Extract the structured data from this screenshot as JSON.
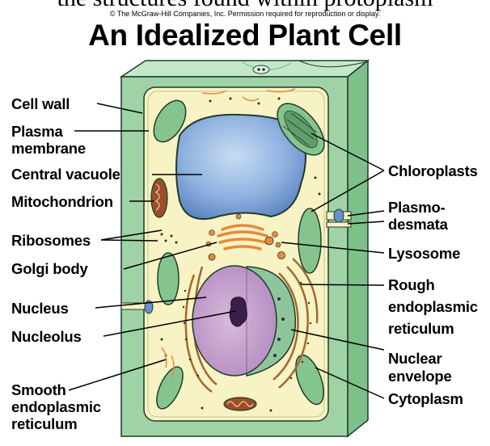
{
  "header": {
    "cut_caption": "the structures found within protoplasm",
    "copyright": "© The McGraw-Hill Companies, Inc. Permission required for reproduction or display.",
    "title": "An Idealized Plant Cell"
  },
  "labels": {
    "cell_wall": "Cell wall",
    "plasma": "Plasma",
    "membrane": "membrane",
    "central_vacuole": "Central vacuole",
    "mitochondrion": "Mitochondrion",
    "ribosomes": "Ribosomes",
    "golgi_body": "Golgi body",
    "nucleus": "Nucleus",
    "nucleolus": "Nucleolus",
    "smooth": "Smooth",
    "endoplasmic": "endoplasmic",
    "reticulum": "reticulum",
    "chloroplasts": "Chloroplasts",
    "plasmo": "Plasmo-",
    "desmata": "desmata",
    "lysosome": "Lysosome",
    "rough": "Rough",
    "rough_endoplasmic": "endoplasmic",
    "rough_reticulum": "reticulum",
    "nuclear": "Nuclear",
    "envelope": "envelope",
    "cytoplasm": "Cytoplasm"
  },
  "colors": {
    "cell_wall": "#9fd3a6",
    "cell_wall_dark": "#6fb07c",
    "cytoplasm": "#f8f3c4",
    "vacuole": "#7fa6d8",
    "nucleus": "#c9a6cf",
    "chloroplast": "#86c48f",
    "organelle_orange": "#e8893a",
    "outline": "#1f3b2a"
  }
}
